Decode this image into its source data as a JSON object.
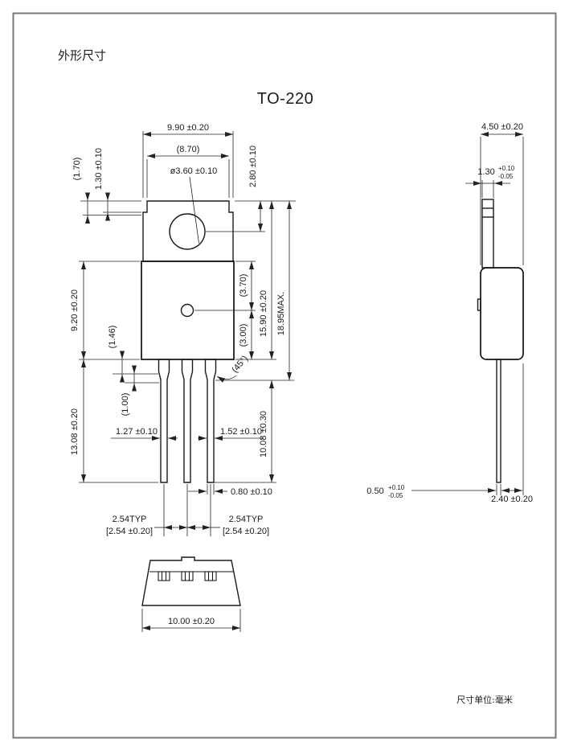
{
  "page": {
    "corner_label": "外形尺寸",
    "title": "TO-220",
    "unit_note": "尺寸单位:毫米"
  },
  "front_view": {
    "top_width": "9.90 ±0.20",
    "inner_width": "(8.70)",
    "hole_diameter": "ø3.60 ±0.10",
    "top_to_hole": "2.80 ±0.10",
    "step_ref": "(1.70)",
    "step_height": "1.30 ±0.10",
    "body_height": "9.20 ±0.20",
    "shoulder_ref": "(1.46)",
    "neck_ref": "(1.00)",
    "lead_length": "13.08 ±0.20",
    "upper_ref": "(3.70)",
    "lower_ref": "(3.00)",
    "tab_body_height": "15.90 ±0.20",
    "overall_height": "18.95MAX.",
    "lead_free_length": "10.08 ±0.30",
    "chamfer_angle": "(45°)",
    "lead_width_left": "1.27 ±0.10",
    "lead_width_right": "1.52 ±0.10",
    "lead_tip_width": "0.80 ±0.10",
    "pitch_left_typ": "2.54TYP",
    "pitch_left_tol": "[2.54 ±0.20]",
    "pitch_right_typ": "2.54TYP",
    "pitch_right_tol": "[2.54 ±0.20]"
  },
  "side_view": {
    "depth": "4.50 ±0.20",
    "tab_thickness": {
      "value": "1.30",
      "plus": "+0.10",
      "minus": "-0.05"
    },
    "lead_thickness": {
      "value": "0.50",
      "plus": "+0.10",
      "minus": "-0.05"
    },
    "lead_to_back": "2.40 ±0.20"
  },
  "bottom_view": {
    "width": "10.00 ±0.20"
  }
}
